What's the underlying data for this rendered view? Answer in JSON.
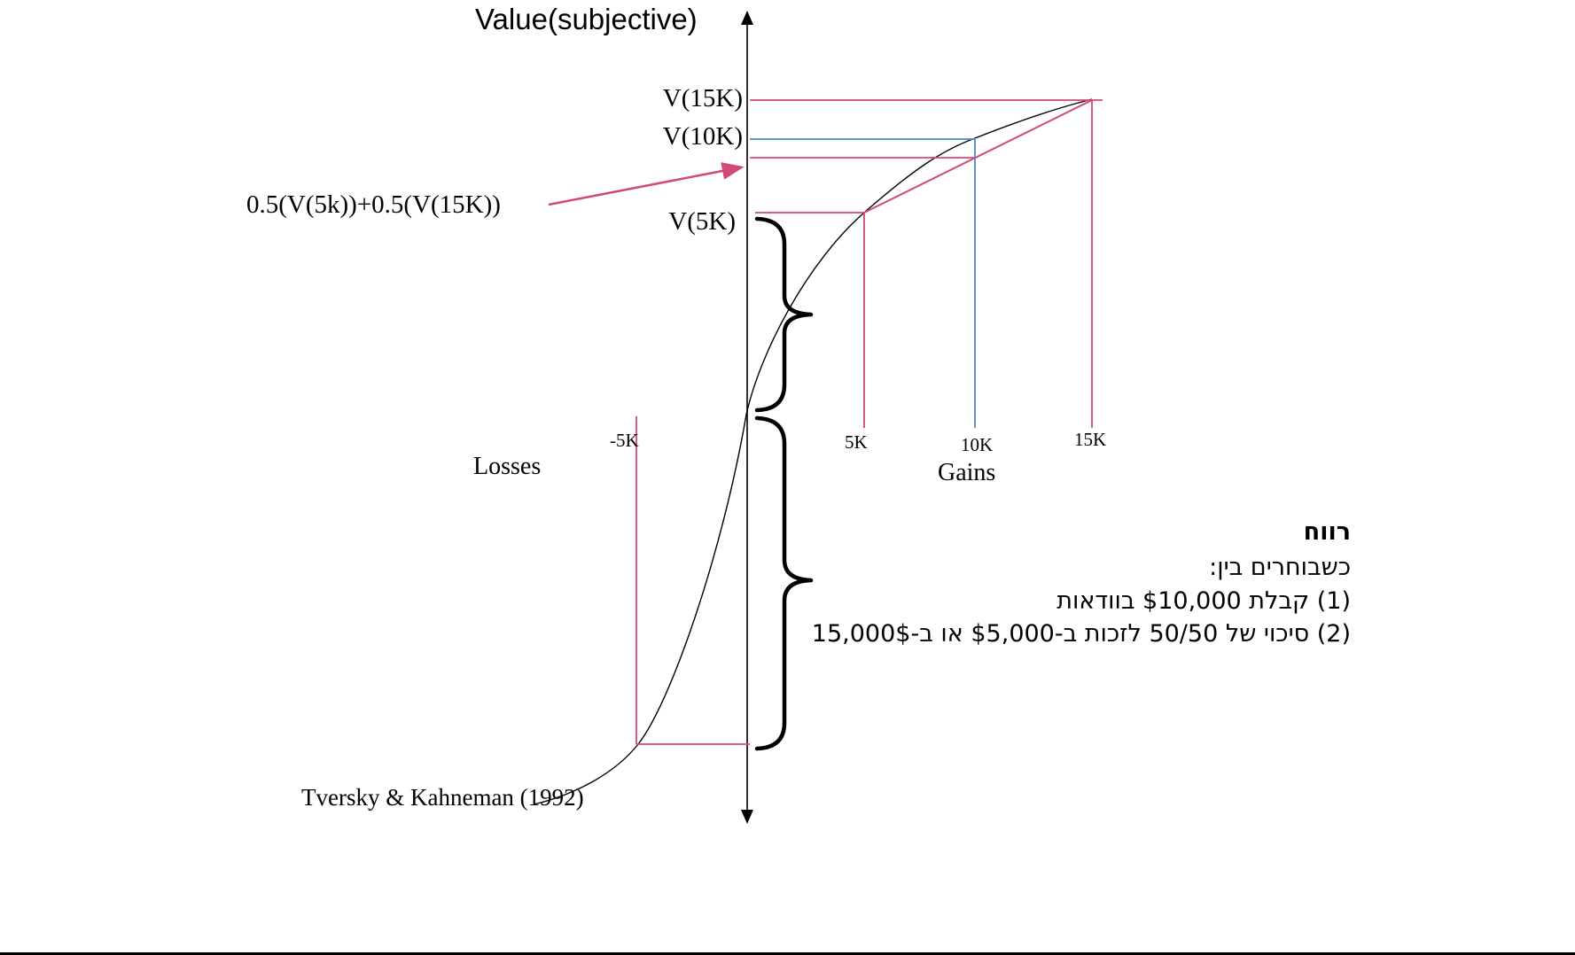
{
  "colors": {
    "pink": "#d2487a",
    "blue": "#4f86c6",
    "ink": "#000000",
    "background": "#ffffff"
  },
  "figure": {
    "title": "Value(subjective)",
    "axis_labels": {
      "losses": "Losses",
      "gains": "Gains"
    },
    "value_labels": {
      "v15k": "V(15K)",
      "v10k": "V(10K)",
      "v5k": "V(5K)",
      "mix_formula": "0.5(V(5k))+0.5(V(15K))"
    },
    "x_ticks": {
      "minus5k": "-5K",
      "p5k": "5K",
      "p10k": "10K",
      "p15k": "15K"
    },
    "citation": "Tversky & Kahneman (1992)"
  },
  "note_rtl": {
    "heading": "רווח",
    "line1": "כשבוחרים בין:",
    "line2": "(1) קבלת $10,000 בוודאות",
    "line3": "(2) סיכוי של 50/50 לזכות ב-$5,000 או ב-15,000$"
  },
  "chart_data": {
    "type": "line",
    "title": "Value(subjective)",
    "curve": "Prospect theory value function: concave for gains, convex and steeper for losses (S-shaped through the origin)",
    "x_tick_labels": [
      "-5K",
      "5K",
      "10K",
      "15K"
    ],
    "x_values": [
      -5000,
      0,
      5000,
      10000,
      15000
    ],
    "subjective_value_relative": [
      -1.67,
      0,
      1.0,
      1.38,
      1.57
    ],
    "annotations": [
      {
        "label": "V(15K)",
        "x": 15000,
        "value_relative": 1.57,
        "color": "#d2487a"
      },
      {
        "label": "V(10K)",
        "x": 10000,
        "value_relative": 1.38,
        "color": "#4f86c6"
      },
      {
        "label": "0.5(V(5k))+0.5(V(15K))",
        "value_relative": 1.28,
        "color": "#d2487a"
      },
      {
        "label": "V(5K)",
        "x": 5000,
        "value_relative": 1.0,
        "color": "#d2487a"
      },
      {
        "label": "V(-5K)",
        "x": -5000,
        "value_relative": -1.67,
        "color": "#d2487a"
      }
    ],
    "extras": {
      "chord": "straight pink line from (5K, V(5K)) to (15K, V(15K)) representing the 50/50 gamble expected value",
      "braces": [
        "brace marking gain magnitude V(5K)",
        "brace marking loss magnitude |V(-5K)|, visibly larger (loss aversion)"
      ]
    },
    "legend": null,
    "grid": false,
    "axis_quadrant_labels": {
      "positive_x": "Gains",
      "negative_x": "Losses"
    }
  }
}
